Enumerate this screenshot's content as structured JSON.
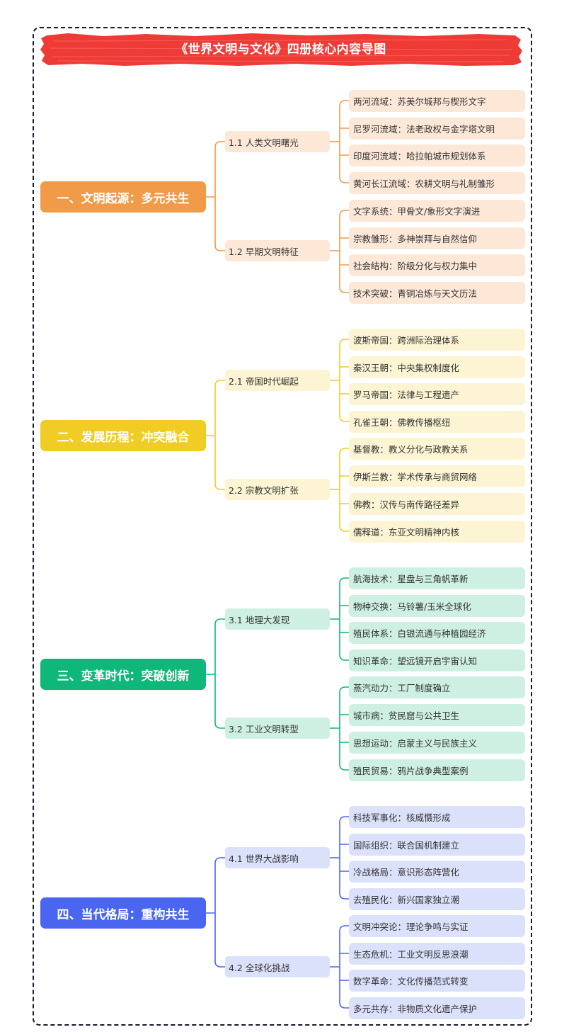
{
  "title": "《世界文明与文化》四册核心内容导图",
  "colors": {
    "banner": "#ef3b36",
    "frame": "#1a1a2e"
  },
  "sections": [
    {
      "label": "一、文明起源：多元共生",
      "color": "#f19a47",
      "light": "#fde8d8",
      "subs": [
        {
          "label": "1.1 人类文明曙光",
          "items": [
            "两河流域：苏美尔城邦与楔形文字",
            "尼罗河流域：法老政权与金字塔文明",
            "印度河流域：哈拉帕城市规划体系",
            "黄河长江流域：农耕文明与礼制雏形"
          ]
        },
        {
          "label": "1.2 早期文明特征",
          "items": [
            "文字系统：甲骨文/象形文字演进",
            "宗教雏形：多神崇拜与自然信仰",
            "社会结构：阶级分化与权力集中",
            "技术突破：青铜冶炼与天文历法"
          ]
        }
      ]
    },
    {
      "label": "二、发展历程：冲突融合",
      "color": "#f0cc24",
      "light": "#fcf4d2",
      "subs": [
        {
          "label": "2.1 帝国时代崛起",
          "items": [
            "波斯帝国：跨洲际治理体系",
            "秦汉王朝：中央集权制度化",
            "罗马帝国：法律与工程遗产",
            "孔雀王朝：佛教传播枢纽"
          ]
        },
        {
          "label": "2.2 宗教文明扩张",
          "items": [
            "基督教：教义分化与政教关系",
            "伊斯兰教：学术传承与商贸网络",
            "佛教：汉传与南传路径差异",
            "儒释道：东亚文明精神内核"
          ]
        }
      ]
    },
    {
      "label": "三、变革时代：突破创新",
      "color": "#10b77a",
      "light": "#cdf0e2",
      "subs": [
        {
          "label": "3.1 地理大发现",
          "items": [
            "航海技术：星盘与三角帆革新",
            "物种交换：马铃薯/玉米全球化",
            "殖民体系：白银流通与种植园经济",
            "知识革命：望远镜开启宇宙认知"
          ]
        },
        {
          "label": "3.2 工业文明转型",
          "items": [
            "蒸汽动力：工厂制度确立",
            "城市病：贫民窟与公共卫生",
            "思想运动：启蒙主义与民族主义",
            "殖民贸易：鸦片战争典型案例"
          ]
        }
      ]
    },
    {
      "label": "四、当代格局：重构共生",
      "color": "#4a66f0",
      "light": "#dbe1fb",
      "subs": [
        {
          "label": "4.1 世界大战影响",
          "items": [
            "科技军事化：核威慑形成",
            "国际组织：联合国机制建立",
            "冷战格局：意识形态阵营化",
            "去殖民化：新兴国家独立潮"
          ]
        },
        {
          "label": "4.2 全球化挑战",
          "items": [
            "文明冲突论：理论争鸣与实证",
            "生态危机：工业文明反思浪潮",
            "数字革命：文化传播范式转变",
            "多元共存：非物质文化遗产保护"
          ]
        }
      ]
    }
  ]
}
